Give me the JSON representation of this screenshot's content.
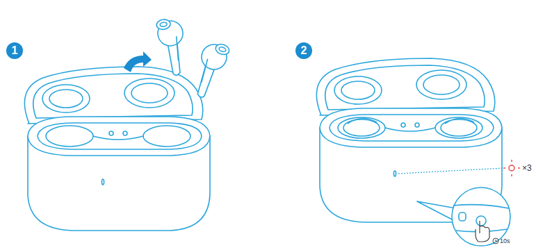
{
  "diagram": {
    "nodes": [
      {
        "text": [
          "1"
        ]
      },
      {
        "text": [
          "2"
        ]
      }
    ],
    "labels": [
      "×3",
      "10s"
    ]
  }
}
